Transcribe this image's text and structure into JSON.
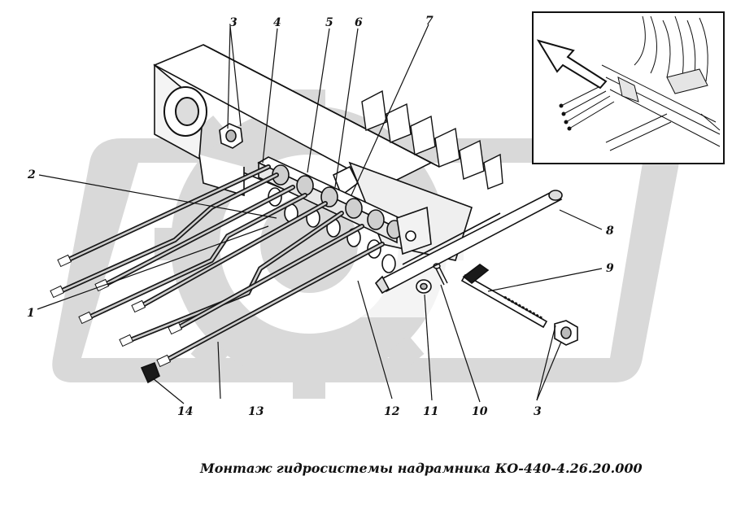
{
  "caption": "Монтаж гидросистемы надрамника КО-440-4.26.20.000",
  "callouts": {
    "c1": "1",
    "c2": "2",
    "c3a": "3",
    "c3b": "3",
    "c4": "4",
    "c5": "5",
    "c6": "6",
    "c7": "7",
    "c8": "8",
    "c9": "9",
    "c10": "10",
    "c11": "11",
    "c12": "12",
    "c13": "13",
    "c14": "14"
  },
  "colors": {
    "ink": "#111111",
    "watermark": "#d9d9d9",
    "background": "#ffffff"
  }
}
